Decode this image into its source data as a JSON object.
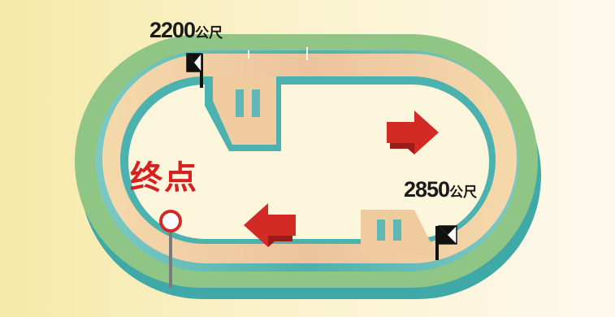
{
  "markers": [
    {
      "value": "2200",
      "unit": "公尺"
    },
    {
      "value": "2850",
      "unit": "公尺"
    }
  ],
  "finish": {
    "label": "终点"
  },
  "colors": {
    "outer_track": "#8cc487",
    "inner_rail": "#5fb8b6",
    "track_surface": "#f2d1a1",
    "infield": "#fbf6dc",
    "arrow": "#d42a26",
    "finish_post": "#d42a26"
  },
  "icons": [
    "start-flag-icon",
    "start-flag-icon",
    "direction-arrow-icon",
    "direction-arrow-icon",
    "finish-post-icon"
  ]
}
